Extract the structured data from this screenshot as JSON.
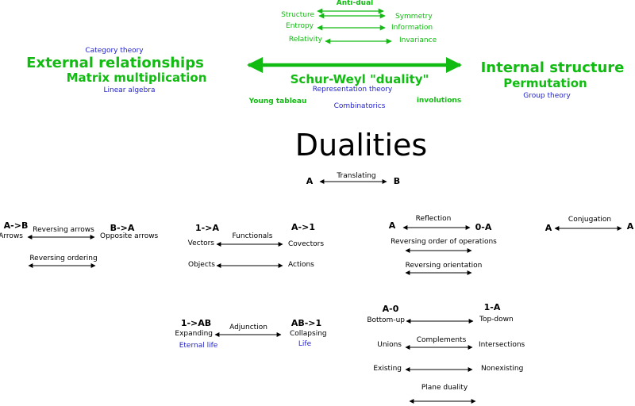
{
  "colors": {
    "green": "#11bb11",
    "blue": "#2222cc",
    "black": "#000000"
  },
  "header": {
    "anti_dual": "Anti-dual",
    "structure": "Structure",
    "symmetry": "Symmetry",
    "entropy": "Entropy",
    "information": "Information",
    "relativity": "Relativity",
    "invariance": "Invariance",
    "category_theory": "Category theory",
    "external_relationships": "External relationships",
    "matrix_multiplication": "Matrix multiplication",
    "linear_algebra": "Linear algebra",
    "internal_structure": "Internal structure",
    "permutation": "Permutation",
    "group_theory": "Group theory",
    "schur_weyl": "Schur-Weyl \"duality\"",
    "representation_theory": "Representation theory",
    "young_tableau": "Young tableau",
    "combinatorics": "Combinatorics",
    "involutions": "involutions"
  },
  "title": "Dualities",
  "translating": {
    "left": "A",
    "label": "Translating",
    "right": "B"
  },
  "reversing": {
    "left_head": "A->B",
    "right_head": "B->A",
    "left_label": "Arrows",
    "arrow_label": "Reversing arrows",
    "right_label": "Opposite arrows",
    "ordering_label": "Reversing ordering"
  },
  "functionals": {
    "left_head": "1->A",
    "right_head": "A->1",
    "vectors": "Vectors",
    "arrow_label": "Functionals",
    "covectors": "Covectors",
    "objects": "Objects",
    "actions": "Actions"
  },
  "reflection": {
    "left_head": "A",
    "arrow_label": "Reflection",
    "right_head": "0-A",
    "order_label": "Reversing order of operations",
    "orientation_label": "Reversing orientation"
  },
  "conjugation": {
    "left": "A",
    "label": "Conjugation",
    "right": "A"
  },
  "adjunction": {
    "left_head": "1->AB",
    "right_head": "AB->1",
    "expanding": "Expanding",
    "arrow_label": "Adjunction",
    "collapsing": "Collapsing",
    "eternal_life": "Eternal life",
    "life": "Life"
  },
  "plane": {
    "left_head": "A-0",
    "right_head": "1-A",
    "bottom_up": "Bottom-up",
    "top_down": "Top-down",
    "unions": "Unions",
    "complements": "Complements",
    "intersections": "Intersections",
    "existing": "Existing",
    "nonexisting": "Nonexisting",
    "plane_duality": "Plane duality"
  }
}
